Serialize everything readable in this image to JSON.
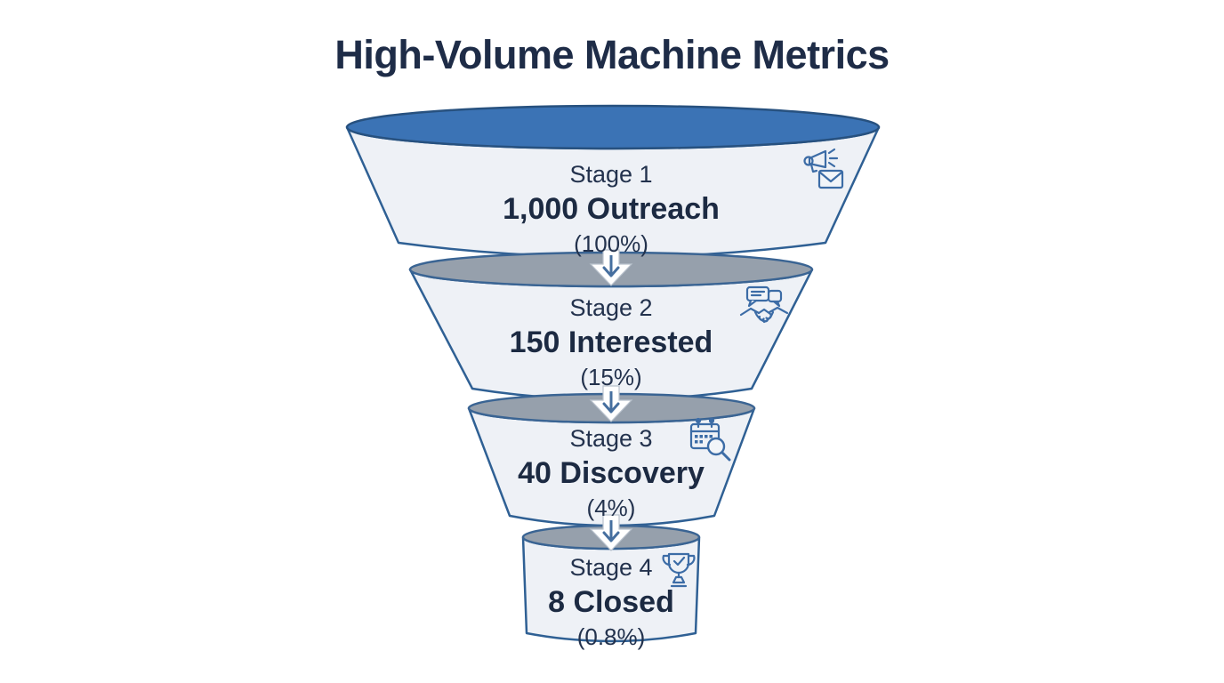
{
  "title": "High-Volume Machine Metrics",
  "colors": {
    "title_navy": "#1e2c47",
    "funnel_top_blue": "#3b73b5",
    "funnel_top_gray": "#96a0ac",
    "body_fill": "#eef1f6",
    "border_blue": "#2f6094",
    "icon_blue": "#3c6ca6",
    "arrow_blue": "#466f9f"
  },
  "chart_data": {
    "type": "funnel",
    "title": "High-Volume Machine Metrics",
    "stages": [
      {
        "stage_label": "Stage 1",
        "value": 1000,
        "value_label": "1,000 Outreach",
        "percent": 100,
        "percent_label": "(100%)",
        "icon": "megaphone-email-icon"
      },
      {
        "stage_label": "Stage 2",
        "value": 150,
        "value_label": "150 Interested",
        "percent": 15,
        "percent_label": "(15%)",
        "icon": "chat-handshake-icon"
      },
      {
        "stage_label": "Stage 3",
        "value": 40,
        "value_label": "40 Discovery",
        "percent": 4,
        "percent_label": "(4%)",
        "icon": "calendar-search-icon"
      },
      {
        "stage_label": "Stage 4",
        "value": 8,
        "value_label": "8 Closed",
        "percent": 0.8,
        "percent_label": "(0.8%)",
        "icon": "trophy-icon"
      }
    ]
  }
}
